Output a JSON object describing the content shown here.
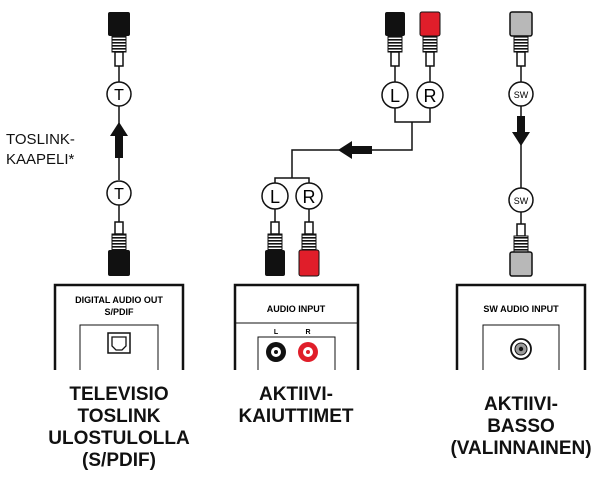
{
  "optical_cable": {
    "marker": "T",
    "label_lines": [
      "TOSLINK-",
      "KAAPELI*"
    ]
  },
  "stereo_cable": {
    "left_marker": "L",
    "right_marker": "R"
  },
  "subwoofer_cable": {
    "marker": "SW"
  },
  "tv_panel": {
    "title_lines": [
      "DIGITAL AUDIO OUT",
      "S/PDIF"
    ]
  },
  "speaker_panel": {
    "title": "AUDIO INPUT",
    "left_label": "L",
    "right_label": "R"
  },
  "sub_panel": {
    "title": "SW AUDIO INPUT"
  },
  "captions": {
    "tv": [
      "TELEVISIO",
      "TOSLINK",
      "ULOSTULOLLA",
      "(S/PDIF)"
    ],
    "speakers": [
      "AKTIIVI-",
      "KAIUTTIMET"
    ],
    "subwoofer": [
      "AKTIIVI-",
      "BASSO",
      "(VALINNAINEN)"
    ]
  },
  "colors": {
    "red_plug": "#e01e2a",
    "black_plug": "#111111",
    "grey_plug": "#b8b8b8"
  }
}
